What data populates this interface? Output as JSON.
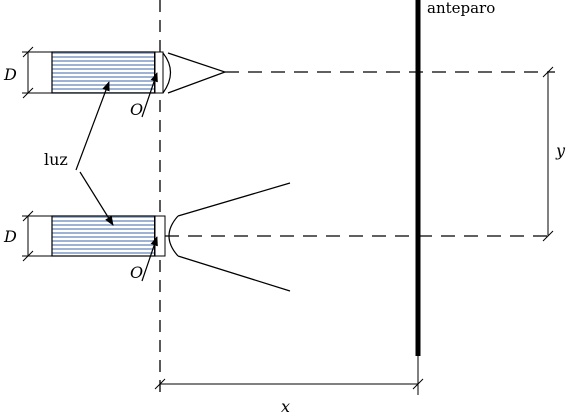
{
  "labels": {
    "screen": "anteparo",
    "light": "luz",
    "diameter_top": "D",
    "diameter_bottom": "D",
    "origin_top": "O",
    "origin_bottom": "O",
    "distance_x": "x",
    "offset_y": "y"
  },
  "colors": {
    "stroke": "#000000",
    "stripe": "#8fa7c8",
    "stripe_fill": "#dde6f2"
  }
}
